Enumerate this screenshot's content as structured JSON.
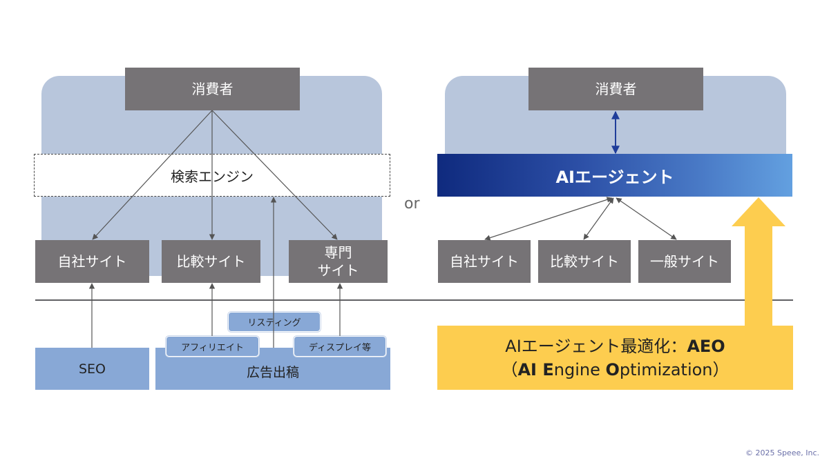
{
  "left_diagram": {
    "consumer": "消費者",
    "search_engine": "検索エンジン",
    "sites": [
      {
        "label": "自社サイト"
      },
      {
        "label": "比較サイト"
      },
      {
        "label_line1": "専門",
        "label_line2": "サイト"
      }
    ],
    "channels": {
      "seo": "SEO",
      "ads": "広告出稿",
      "tags": [
        "リスティング",
        "アフィリエイト",
        "ディスプレイ等"
      ]
    }
  },
  "separator": "or",
  "right_diagram": {
    "consumer": "消費者",
    "ai_agent": "AIエージェント",
    "sites": [
      "自社サイト",
      "比較サイト",
      "一般サイト"
    ],
    "aeo": {
      "line1_prefix": "AIエージェント最適化：",
      "line1_bold": "AEO",
      "line2_open": "（",
      "line2_parts": [
        {
          "text": "A",
          "bold": true
        },
        {
          "text": "I ",
          "bold": true
        },
        {
          "text": "E",
          "bold": true
        },
        {
          "text": "ngine ",
          "bold": false
        },
        {
          "text": "O",
          "bold": true
        },
        {
          "text": "ptimization",
          "bold": false
        }
      ],
      "line2_close": "）"
    }
  },
  "footer": {
    "copyright": "© 2025 Speee, Inc."
  },
  "colors": {
    "panel": "#b8c6dc",
    "gray_box": "#767376",
    "blue_box": "#88a8d6",
    "ai_gradient_start": "#0f2a7e",
    "ai_gradient_end": "#63a0e0",
    "aeo_yellow": "#fdcd4f"
  }
}
